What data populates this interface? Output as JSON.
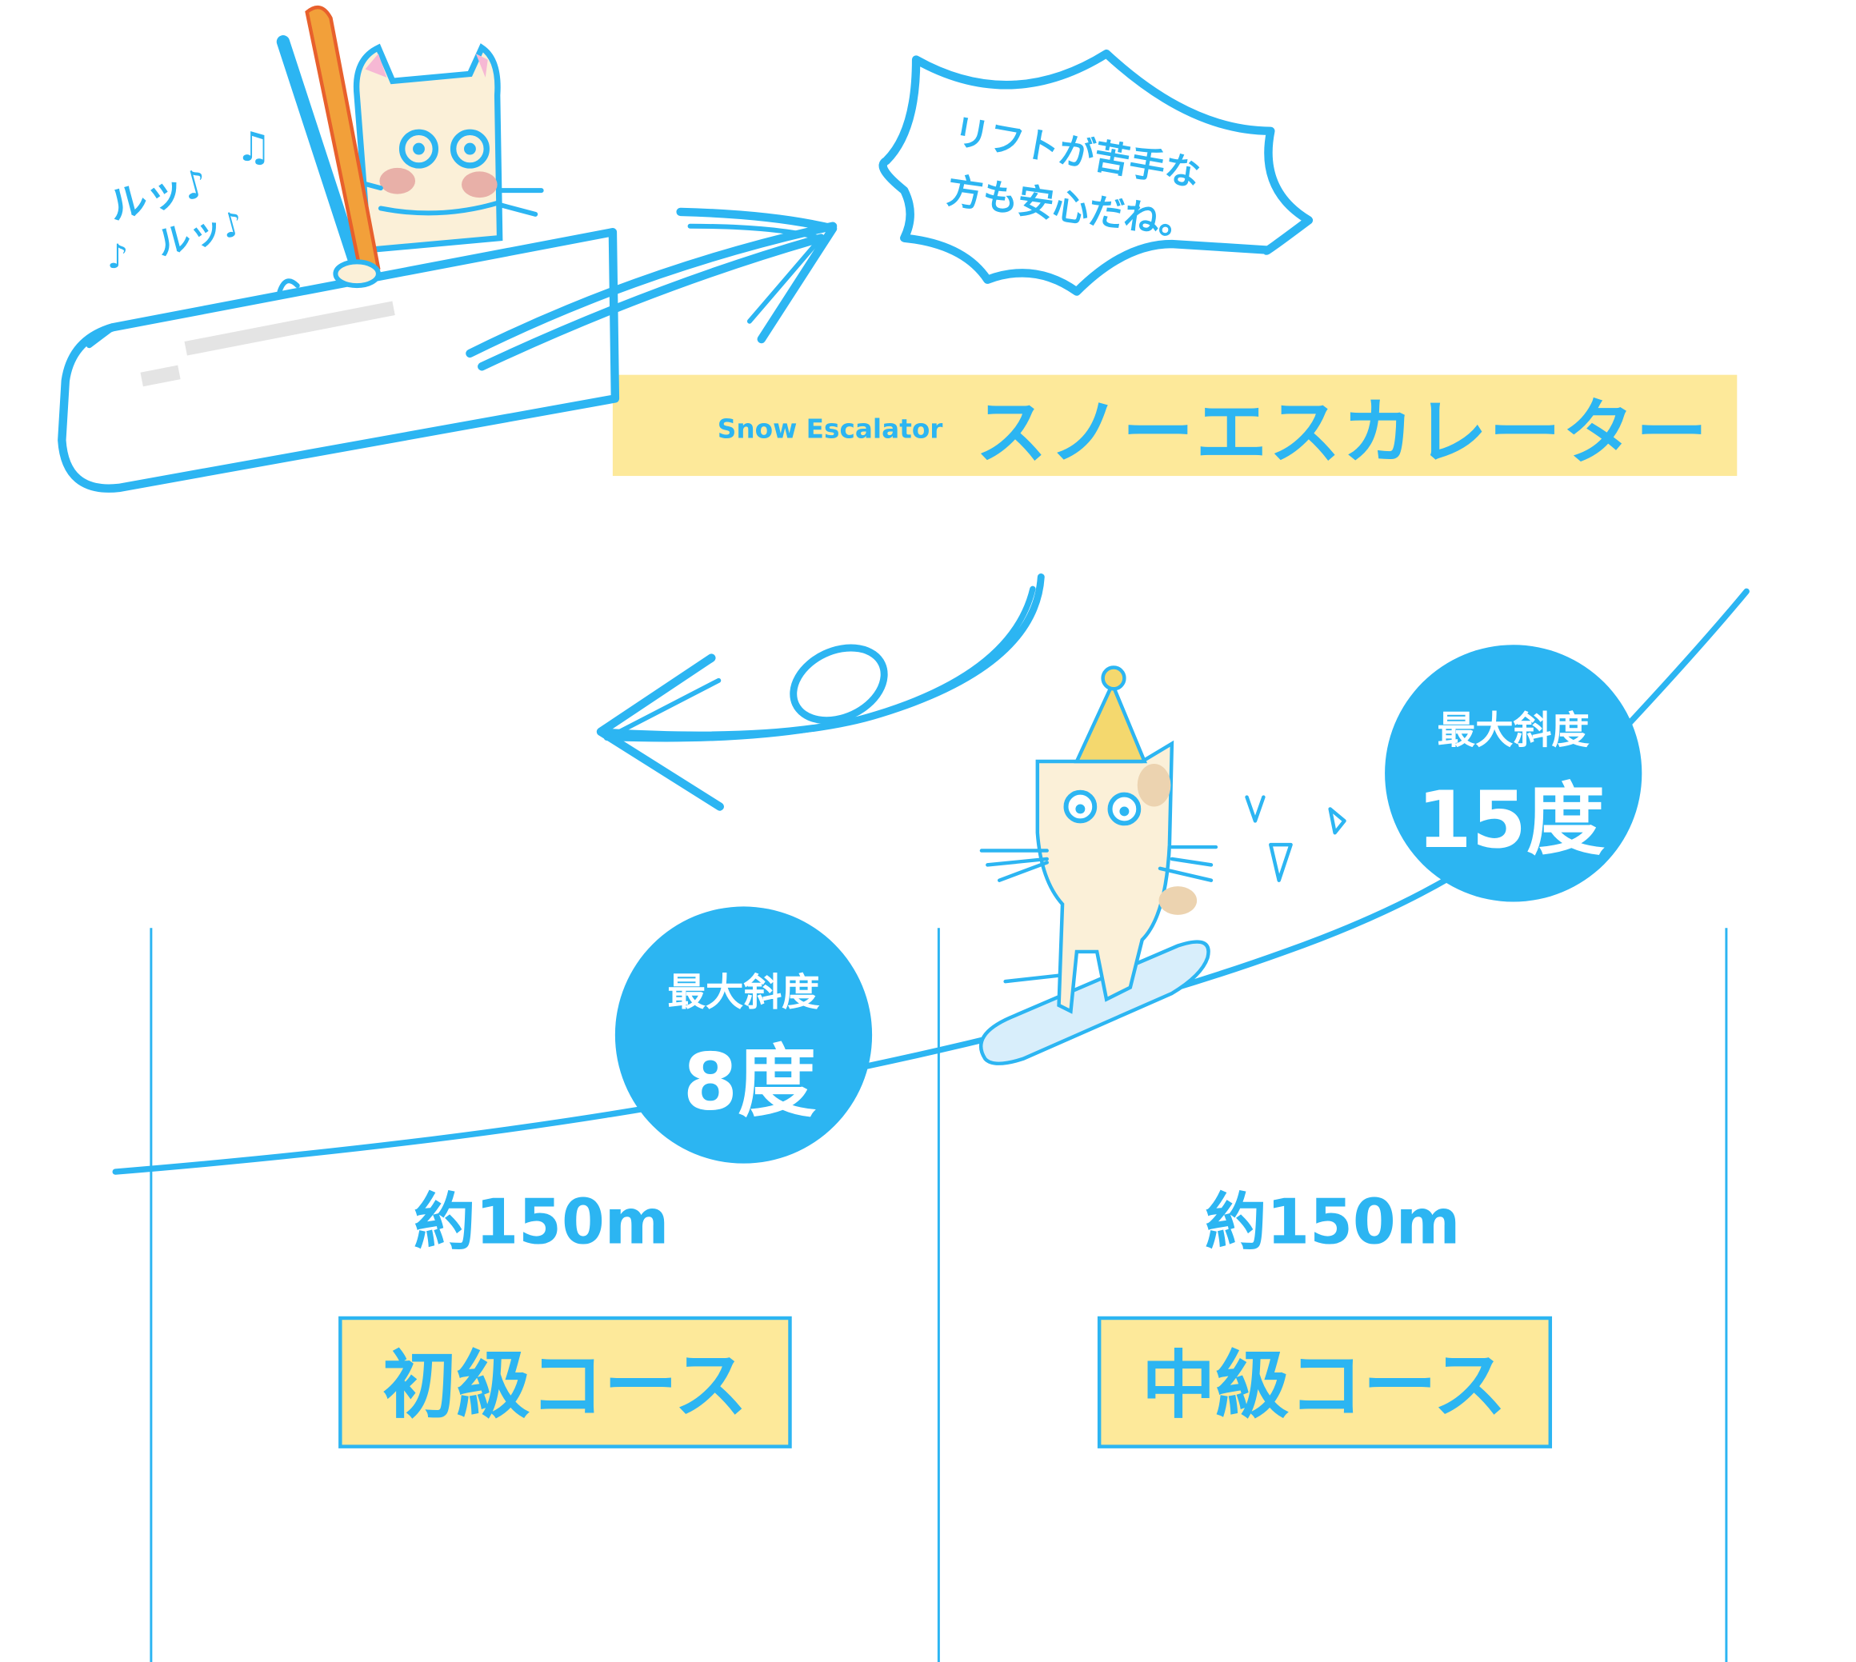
{
  "speech_bubble": {
    "line1": "リフトが苦手な",
    "line2": "方も安心だね。"
  },
  "music": {
    "note1": "♫",
    "note2": "♪",
    "hum1": "ルッ♪",
    "hum2": "ルッ♪"
  },
  "escalator_banner": {
    "subtitle": "Snow Escalator",
    "title": "スノーエスカレーター"
  },
  "courses": [
    {
      "slope_label": "最大斜度",
      "slope_value": "8度",
      "length": "約150m",
      "name": "初級コース"
    },
    {
      "slope_label": "最大斜度",
      "slope_value": "15度",
      "length": "約150m",
      "name": "中級コース"
    }
  ],
  "colors": {
    "accent": "#2cb5f2",
    "banner": "#fde99a",
    "cat": "#fbf0d8"
  }
}
